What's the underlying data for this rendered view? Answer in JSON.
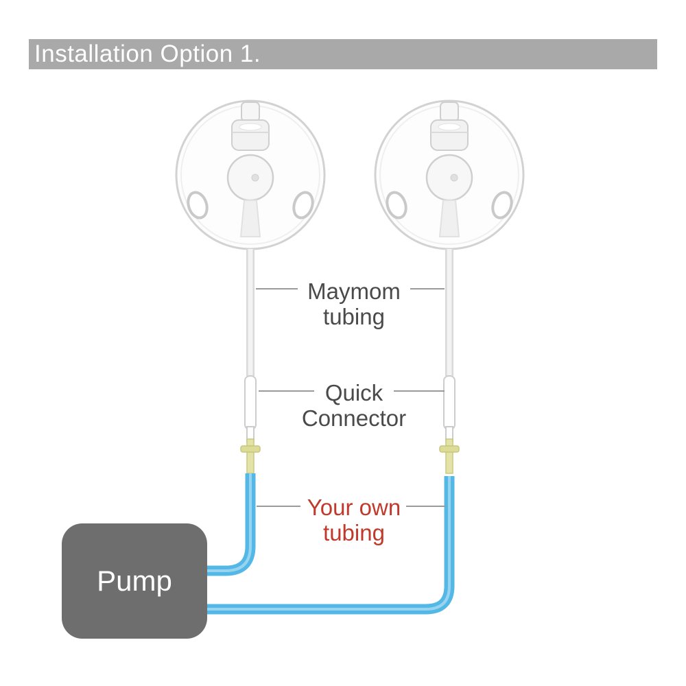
{
  "banner": {
    "title": "Installation Option 1."
  },
  "callouts": {
    "maymom_tubing": {
      "line1": "Maymom",
      "line2": "tubing"
    },
    "quick_connector": {
      "line1": "Quick",
      "line2": "Connector"
    },
    "your_own_tubing": {
      "line1": "Your own",
      "line2": "tubing"
    }
  },
  "pump": {
    "label": "Pump"
  },
  "devices": {
    "left": "backflow-protector-left",
    "right": "backflow-protector-right"
  },
  "colors": {
    "banner_bg": "#a9a9a9",
    "banner_text": "#ffffff",
    "label_text": "#4a4a4a",
    "accent_red": "#c0392b",
    "tube_blue": "#54b8e7",
    "tube_gray": "#dcdcdc",
    "connector_tip_yellow": "#dcdc96",
    "pump_bg": "#6e6e6e",
    "pump_text": "#ffffff",
    "leader_line": "#9a9a9a",
    "device_outline": "#d2d2d2"
  }
}
